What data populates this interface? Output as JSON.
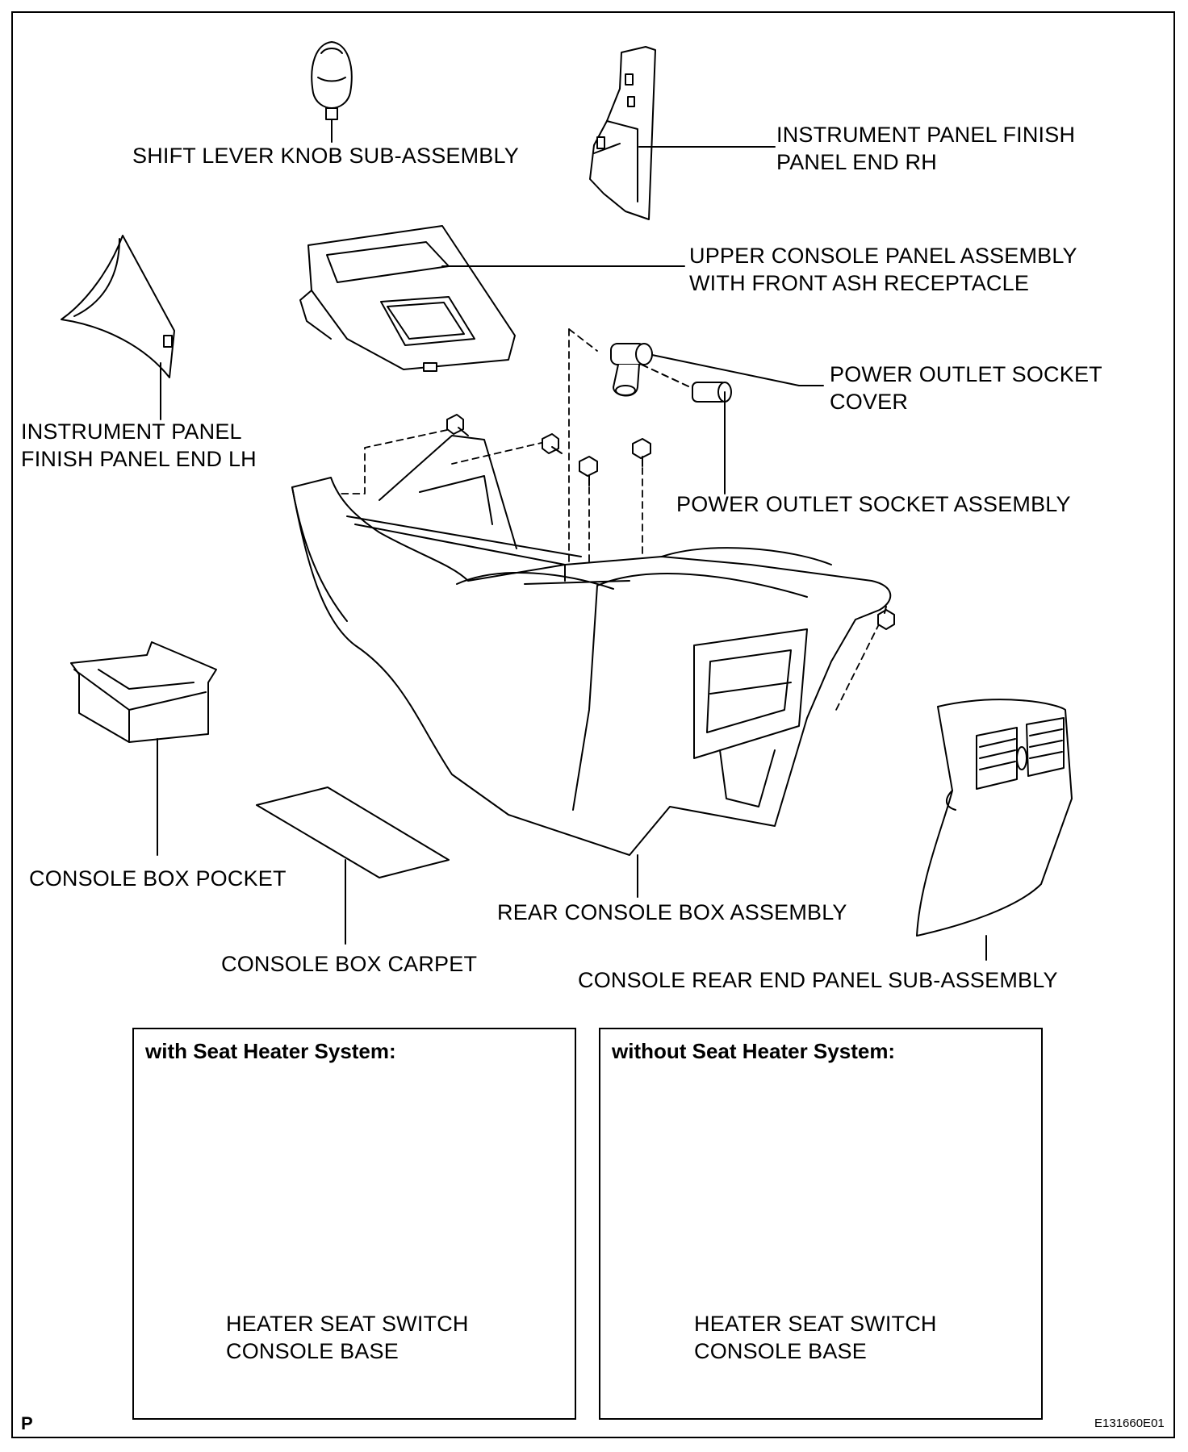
{
  "labels": {
    "shift_lever_knob": "SHIFT LEVER KNOB SUB-ASSEMBLY",
    "ip_finish_rh_1": "INSTRUMENT PANEL FINISH",
    "ip_finish_rh_2": "PANEL END RH",
    "upper_console_1": "UPPER CONSOLE PANEL ASSEMBLY",
    "upper_console_2": "WITH FRONT ASH RECEPTACLE",
    "outlet_cover_1": "POWER OUTLET SOCKET",
    "outlet_cover_2": "COVER",
    "ip_finish_lh_1": "INSTRUMENT PANEL",
    "ip_finish_lh_2": "FINISH PANEL END LH",
    "outlet_assembly": "POWER OUTLET SOCKET ASSEMBLY",
    "console_box_pocket": "CONSOLE BOX POCKET",
    "rear_console_box": "REAR CONSOLE BOX ASSEMBLY",
    "console_box_carpet": "CONSOLE BOX CARPET",
    "rear_end_panel": "CONSOLE REAR END PANEL SUB-ASSEMBLY"
  },
  "inset_with": {
    "title": "with Seat Heater System:",
    "label_1": "HEATER SEAT SWITCH",
    "label_2": "CONSOLE BASE"
  },
  "inset_without": {
    "title": "without Seat Heater System:",
    "label_1": "HEATER SEAT SWITCH",
    "label_2": "CONSOLE BASE"
  },
  "corner_letter": "P",
  "figure_code": "E131660E01"
}
